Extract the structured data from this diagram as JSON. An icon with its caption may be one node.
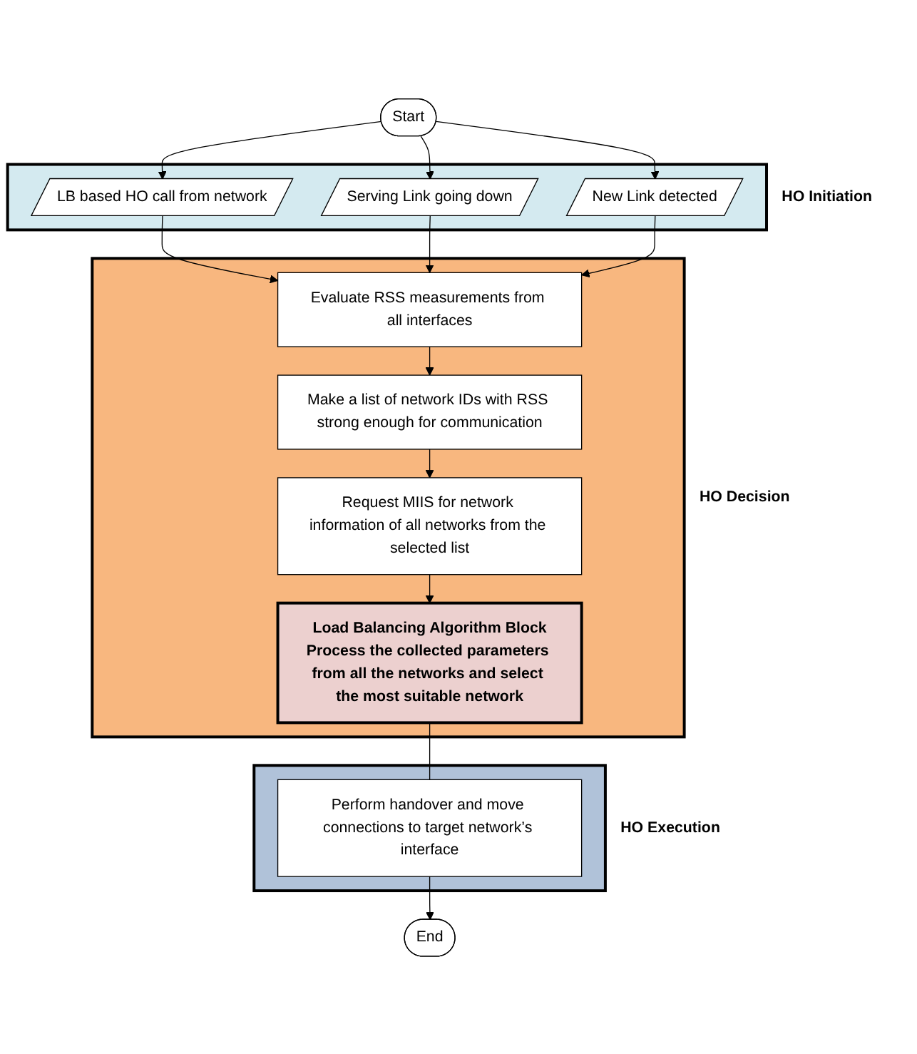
{
  "diagram": {
    "nodes": [
      {
        "text": [
          "Start"
        ]
      },
      {
        "text": [
          "HO Initiation"
        ]
      },
      {
        "text": [
          "LB based HO call from network"
        ],
        "in": 1
      },
      {
        "text": [
          "Serving Link going down"
        ],
        "in": 1
      },
      {
        "text": [
          "New Link detected"
        ],
        "in": 1
      },
      {
        "text": [
          "HO Decision"
        ]
      },
      {
        "text": [
          "Evaluate RSS measurements from all interfaces"
        ],
        "in": 5
      },
      {
        "text": [
          "Make a list of network IDs with RSS strong enough for communication"
        ],
        "in": 5
      },
      {
        "text": [
          "Request MIIS for network information of all networks from the selected list"
        ],
        "in": 5
      },
      {
        "text": [
          "Load Balancing Algorithm Block",
          "Process the collected parameters from all the networks and select the most suitable network"
        ],
        "in": 5
      },
      {
        "text": [
          "HO Execution"
        ]
      },
      {
        "text": [
          "Perform handover and move connections to target network’s interface"
        ],
        "in": 10
      },
      {
        "text": [
          "End"
        ]
      }
    ],
    "edges": [
      {
        "from": 0,
        "to": 2,
        "arrow": "to"
      },
      {
        "from": 0,
        "to": 3,
        "arrow": "to"
      },
      {
        "from": 0,
        "to": 4,
        "arrow": "to"
      },
      {
        "from": 2,
        "to": 6,
        "arrow": "to"
      },
      {
        "from": 3,
        "to": 6,
        "arrow": "to"
      },
      {
        "from": 4,
        "to": 6,
        "arrow": "to"
      },
      {
        "from": 6,
        "to": 7,
        "arrow": "to"
      },
      {
        "from": 7,
        "to": 8,
        "arrow": "to"
      },
      {
        "from": 8,
        "to": 9,
        "arrow": "to"
      },
      {
        "from": 9,
        "to": 11,
        "arrow": "none"
      },
      {
        "from": 11,
        "to": 12,
        "arrow": "to"
      }
    ]
  }
}
